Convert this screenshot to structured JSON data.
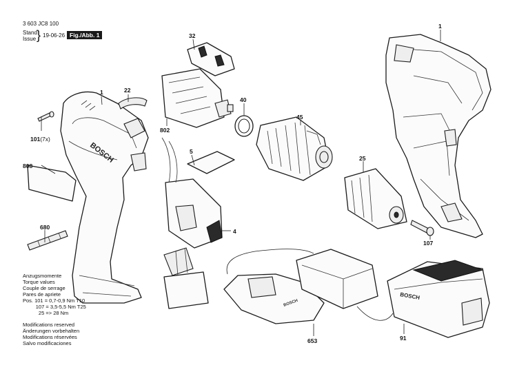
{
  "header": {
    "part_number": "3 603 JC8 100",
    "stand_label": "Stand",
    "issue_label": "Issue",
    "date": "19-06-26",
    "figure_label": "Fig./Abb. 1"
  },
  "callouts": {
    "c1_left": "1",
    "c1_right": "1",
    "c4": "4",
    "c5": "5",
    "c22": "22",
    "c25": "25",
    "c32": "32",
    "c40": "40",
    "c45": "45",
    "c91": "91",
    "c101": "101",
    "c101_qty": "(7x)",
    "c107": "107",
    "c653": "653",
    "c680": "680",
    "c802": "802",
    "c808": "808"
  },
  "torque": {
    "lines": [
      "Anzugsmomente",
      "Torque values",
      "Couple de serrage",
      "Pares de apriete",
      "Pos. 101 = 0,7-0,9 Nm T10",
      "         107 = 3,5-5,5 Nm T25",
      "           25 => 28 Nm"
    ]
  },
  "modifications": {
    "lines": [
      "Modifications reserved",
      "Änderungen vorbehalten",
      "Modifications réservées",
      "Salvo modificaciones"
    ]
  },
  "brand": {
    "logo_text": "BOSCH"
  }
}
